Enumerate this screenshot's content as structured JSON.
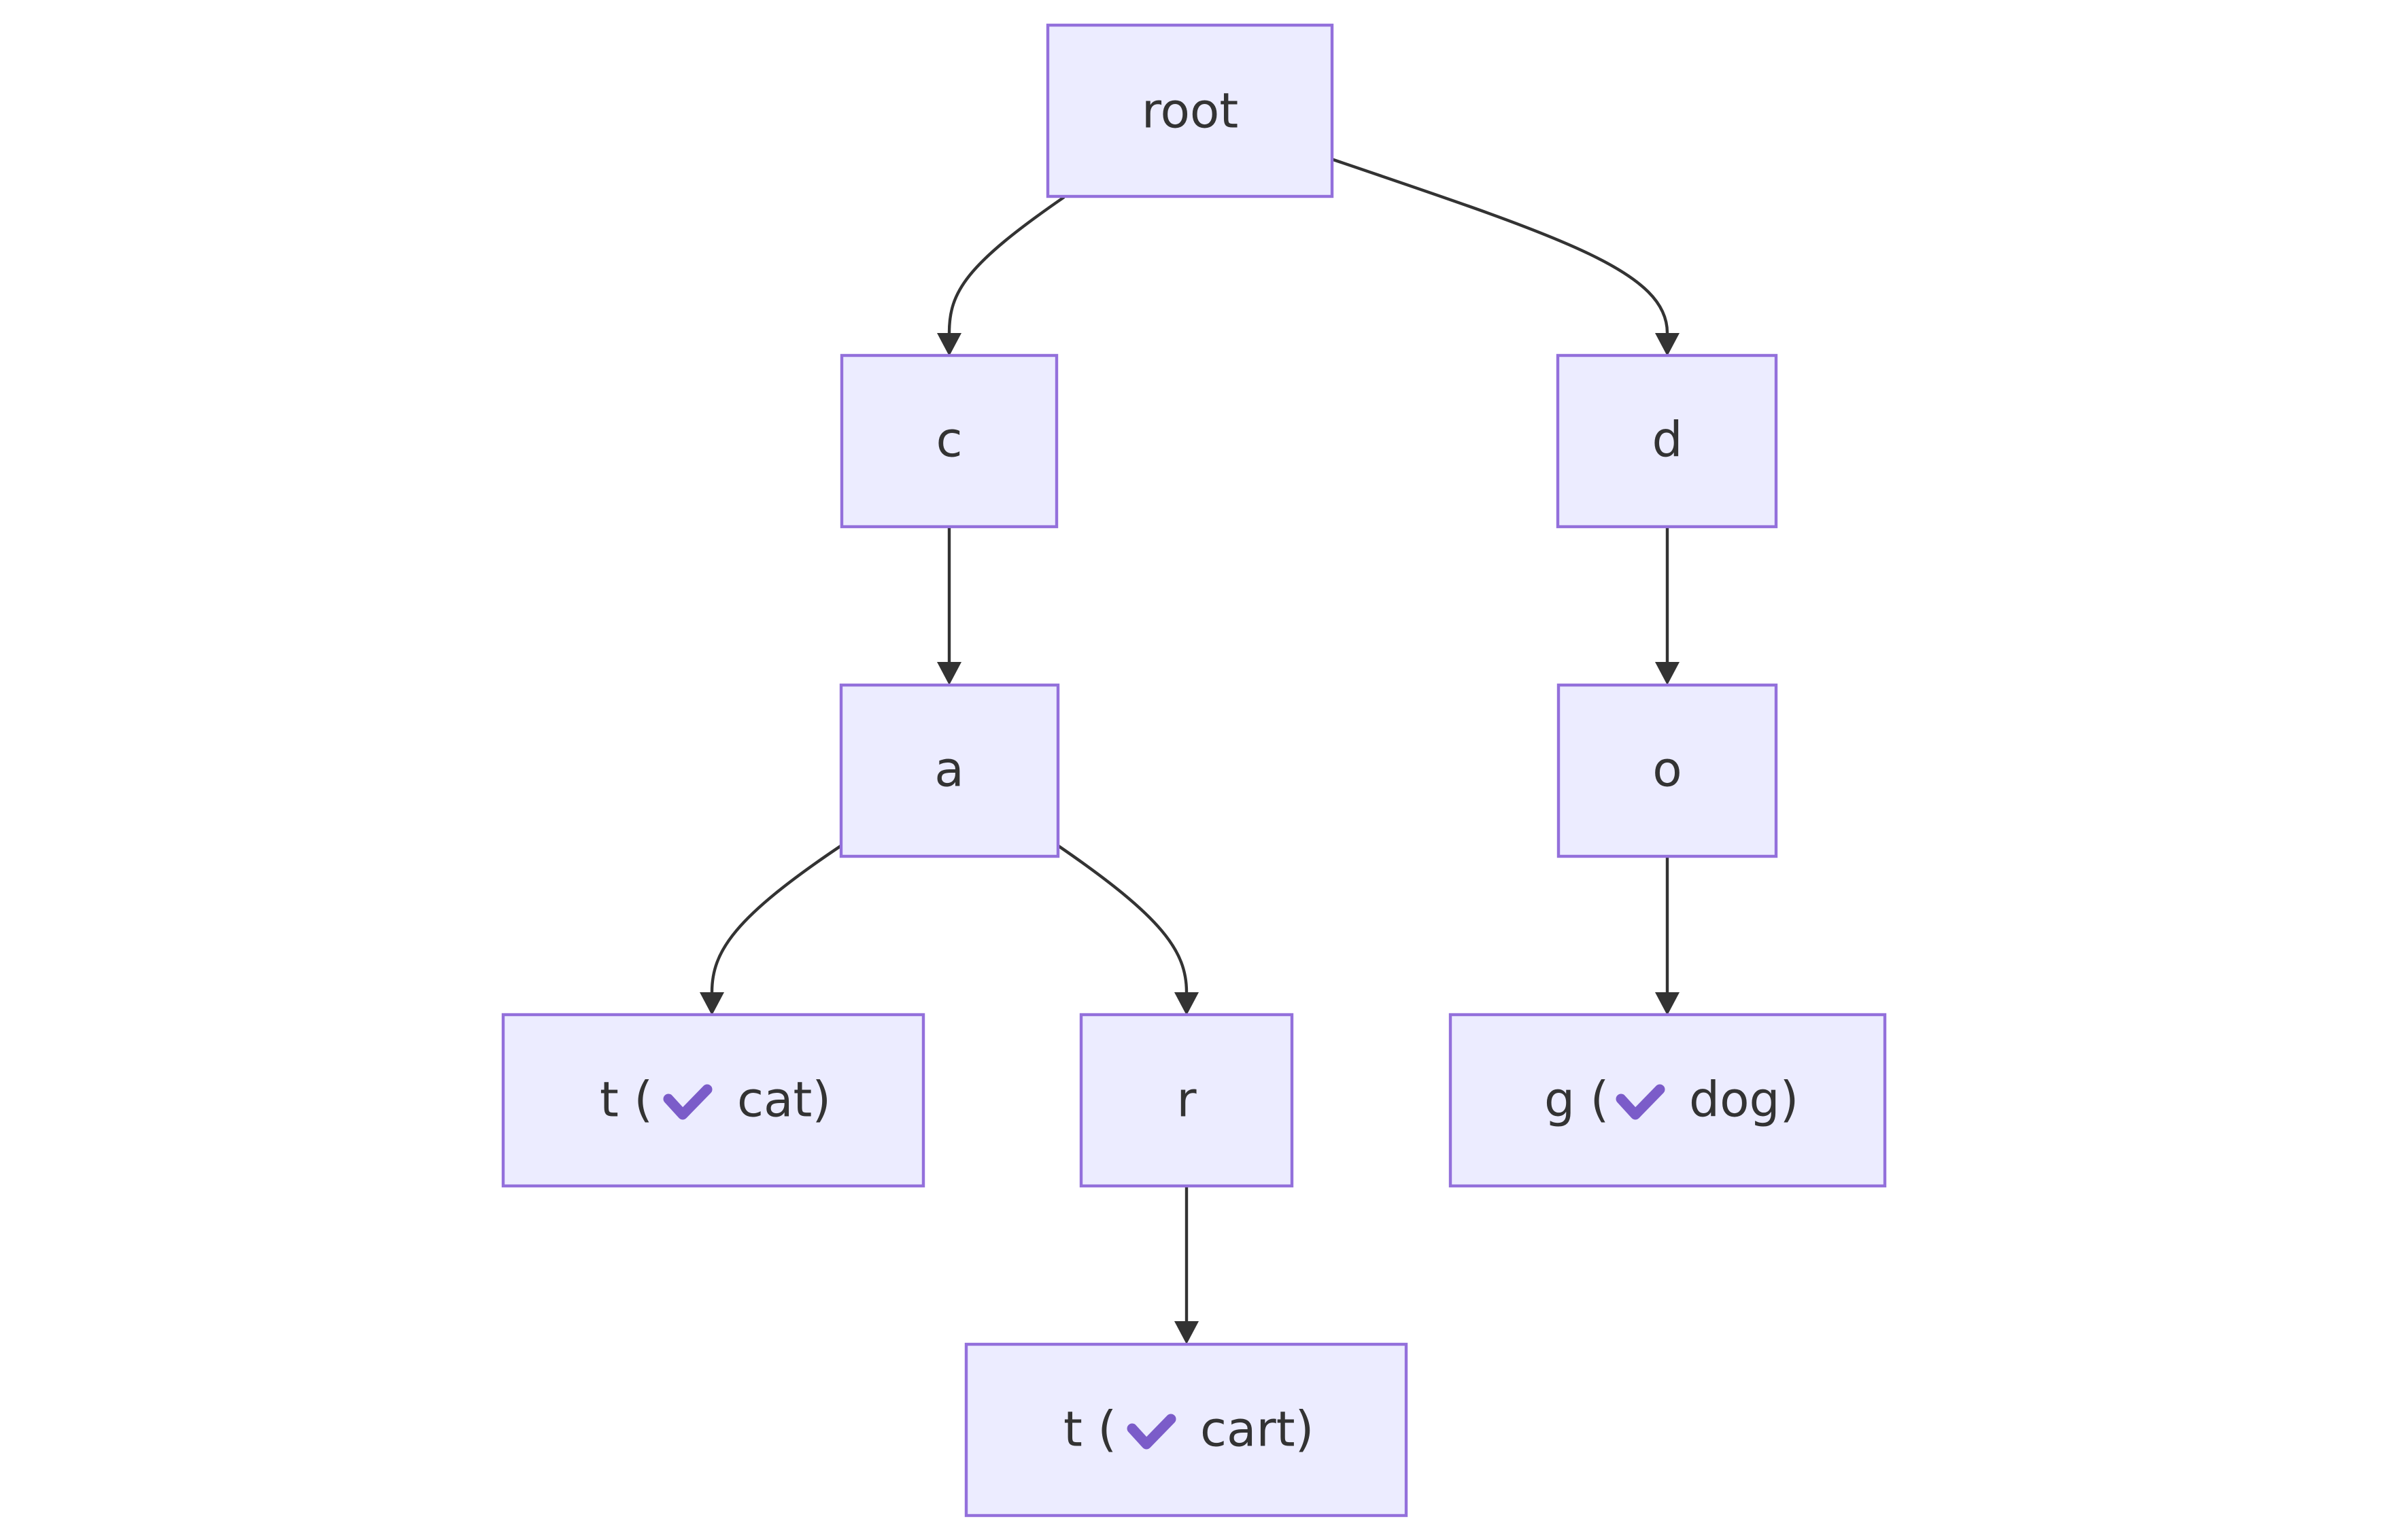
{
  "diagram": {
    "type": "tree",
    "colors": {
      "node_fill": "#ececff",
      "node_border": "#9370db",
      "edge": "#333333",
      "text": "#333333",
      "check_mark": "#7b5cc9"
    },
    "nodes": [
      {
        "id": "root",
        "label": "root"
      },
      {
        "id": "c",
        "label": "c"
      },
      {
        "id": "d",
        "label": "d"
      },
      {
        "id": "a",
        "label": "a"
      },
      {
        "id": "o",
        "label": "o"
      },
      {
        "id": "t_cat",
        "prefix": "t (",
        "word": "cat)",
        "icon": "check-icon"
      },
      {
        "id": "r",
        "label": "r"
      },
      {
        "id": "g_dog",
        "prefix": "g (",
        "word": "dog)",
        "icon": "check-icon"
      },
      {
        "id": "t_cart",
        "prefix": "t (",
        "word": "cart)",
        "icon": "check-icon"
      }
    ],
    "edges": [
      {
        "from": "root",
        "to": "c"
      },
      {
        "from": "root",
        "to": "d"
      },
      {
        "from": "c",
        "to": "a"
      },
      {
        "from": "d",
        "to": "o"
      },
      {
        "from": "a",
        "to": "t_cat"
      },
      {
        "from": "a",
        "to": "r"
      },
      {
        "from": "o",
        "to": "g_dog"
      },
      {
        "from": "r",
        "to": "t_cart"
      }
    ]
  }
}
